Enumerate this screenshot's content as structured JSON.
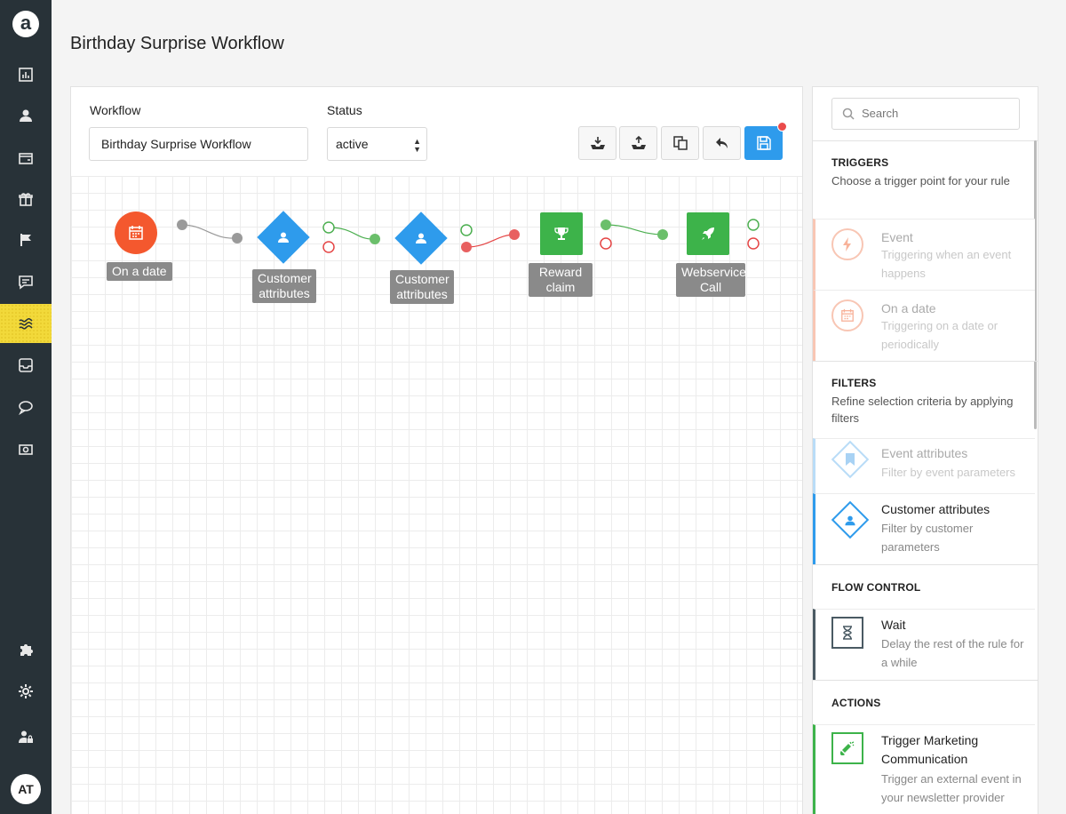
{
  "app": {
    "logo_letter": "a",
    "user_initials": "AT"
  },
  "page": {
    "title": "Birthday Surprise Workflow"
  },
  "sidebar": {
    "items": [
      {
        "icon": "dashboard-icon"
      },
      {
        "icon": "customers-icon"
      },
      {
        "icon": "wallet-icon"
      },
      {
        "icon": "gift-icon"
      },
      {
        "icon": "flag-icon"
      },
      {
        "icon": "message-icon"
      },
      {
        "icon": "workflow-icon",
        "active": true
      },
      {
        "icon": "inbox-icon"
      },
      {
        "icon": "chat-icon"
      },
      {
        "icon": "money-icon"
      },
      {
        "icon": "puzzle-icon"
      },
      {
        "icon": "gear-icon"
      },
      {
        "icon": "user-lock-icon"
      }
    ]
  },
  "form": {
    "workflow_label": "Workflow",
    "workflow_value": "Birthday Surprise Workflow",
    "status_label": "Status",
    "status_value": "active"
  },
  "toolbar": {
    "buttons": [
      "import-icon",
      "export-icon",
      "duplicate-icon",
      "undo-icon",
      "save-icon"
    ],
    "save_has_notification": true
  },
  "flow": {
    "nodes": [
      {
        "label": "On a date",
        "type": "trigger",
        "color": "#f4582e",
        "icon": "calendar-icon"
      },
      {
        "label": "Customer attributes",
        "type": "filter",
        "color": "#2e9bec",
        "icon": "person-icon"
      },
      {
        "label": "Customer attributes",
        "type": "filter",
        "color": "#2e9bec",
        "icon": "person-icon"
      },
      {
        "label": "Reward claim",
        "type": "action",
        "color": "#3db34a",
        "icon": "trophy-icon"
      },
      {
        "label": "Webservice Call",
        "type": "action",
        "color": "#3db34a",
        "icon": "rocket-icon"
      }
    ]
  },
  "palette": {
    "search_placeholder": "Search",
    "triggers": {
      "title": "TRIGGERS",
      "desc": "Choose a trigger point for your rule",
      "items": [
        {
          "name": "Event",
          "desc": "Triggering when an event happens",
          "icon": "lightning-icon"
        },
        {
          "name": "On a date",
          "desc": "Triggering on a date or periodically",
          "icon": "calendar-icon"
        }
      ]
    },
    "filters": {
      "title": "FILTERS",
      "desc": "Refine selection criteria by applying filters",
      "items": [
        {
          "name": "Event attributes",
          "desc": "Filter by event parameters",
          "icon": "bookmark-icon"
        },
        {
          "name": "Customer attributes",
          "desc": "Filter by customer parameters",
          "icon": "person-icon"
        }
      ]
    },
    "flow_control": {
      "title": "FLOW CONTROL",
      "items": [
        {
          "name": "Wait",
          "desc": "Delay the rest of the rule for a while",
          "icon": "hourglass-icon"
        }
      ]
    },
    "actions": {
      "title": "ACTIONS",
      "items": [
        {
          "name": "Trigger Marketing Communication",
          "desc": "Trigger an external event in your newsletter provider",
          "icon": "megaphone-icon"
        }
      ]
    }
  },
  "colors": {
    "trigger": "#f4582e",
    "filter": "#2e9bec",
    "action": "#3db34a",
    "flow_control": "#4a5a63",
    "sidebar_bg": "#283238",
    "active_accent": "#f2d93a"
  }
}
